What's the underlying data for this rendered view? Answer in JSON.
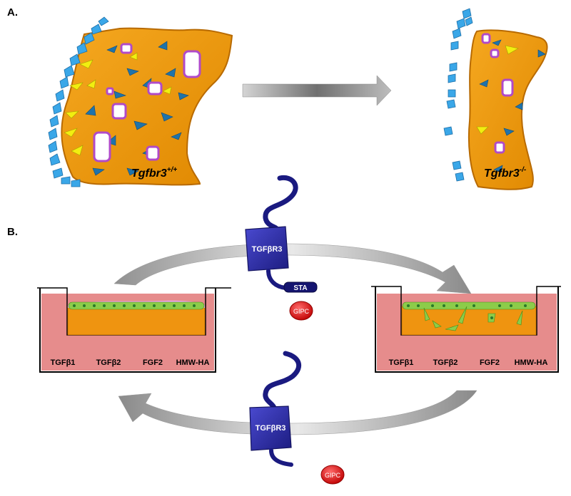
{
  "panel_a": {
    "label": "A.",
    "left_genotype": {
      "gene": "Tgfbr3",
      "superscript": "+/+"
    },
    "right_genotype": {
      "gene": "Tgfbr3",
      "superscript": "-/-"
    }
  },
  "panel_b": {
    "label": "B.",
    "receptor_top": {
      "name": "TGFβR3",
      "tag": "STA",
      "partner": "GIPC"
    },
    "receptor_bottom": {
      "name": "TGFβR3",
      "partner": "GIPC"
    },
    "left_well_factors": [
      "TGFβ1",
      "TGFβ2",
      "FGF2",
      "HMW-HA"
    ],
    "right_well_factors": [
      "TGFβ1",
      "TGFβ2",
      "FGF2",
      "HMW-HA"
    ]
  },
  "colors": {
    "tissue": "#ee9a0c",
    "tissue_edge": "#b86a00",
    "endocardium": "#3aa7e8",
    "interstitial_cell": "#1a6aa0",
    "yellow_cell": "#f2ee10",
    "vessel": "#b04ac8",
    "receptor": "#2a2aa0",
    "gipc": "#e01010",
    "medium": "#e68c8c",
    "gel": "#ef9410",
    "epithelium": "#8ccc4a",
    "arrow_gray": "#9a9a9a"
  }
}
